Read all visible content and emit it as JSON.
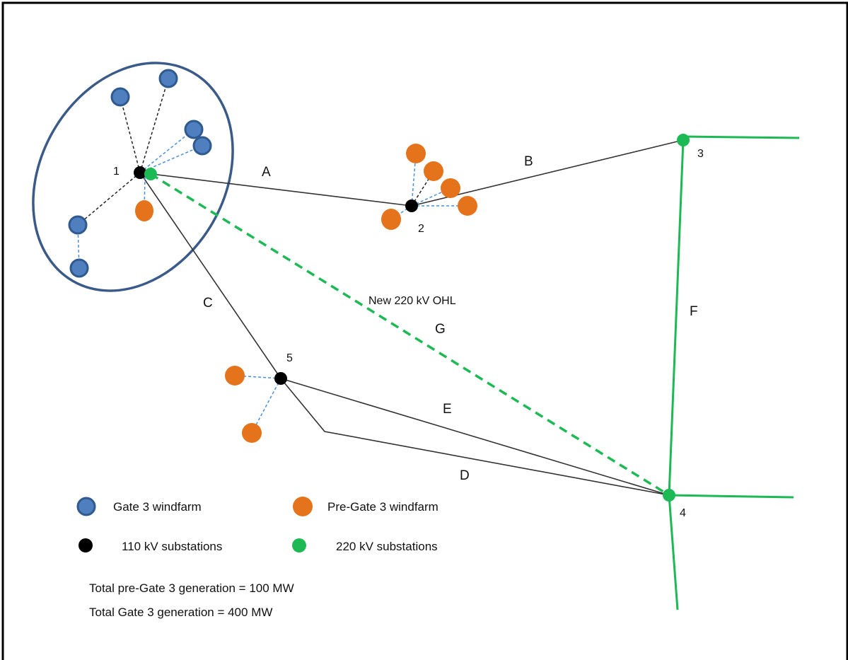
{
  "colors": {
    "gate3_fill": "#4f7fbf",
    "gate3_stroke": "#2f5a8f",
    "pre_gate3_fill": "#e5731b",
    "substation_110": "#000000",
    "substation_220": "#1db954",
    "line_110": "#333333",
    "line_220": "#1db954",
    "feeder_black": "#222222",
    "feeder_blue": "#4a90d9",
    "cluster_ellipse": "#3a5a8a"
  },
  "nodes": {
    "n1": "1",
    "n2": "2",
    "n3": "3",
    "n4": "4",
    "n5": "5"
  },
  "lines": {
    "A": "A",
    "B": "B",
    "C": "C",
    "D": "D",
    "E": "E",
    "F": "F",
    "G": "G",
    "new_ohl": "New 220 kV OHL"
  },
  "legend": {
    "gate3": "Gate 3 windfarm",
    "pre_gate3": "Pre-Gate 3 windfarm",
    "sub110": "110 kV substations",
    "sub220": "220 kV substations"
  },
  "notes": {
    "pre_gate3_total": "Total pre-Gate 3 generation = 100 MW",
    "gate3_total": "Total Gate 3 generation = 400 MW"
  }
}
